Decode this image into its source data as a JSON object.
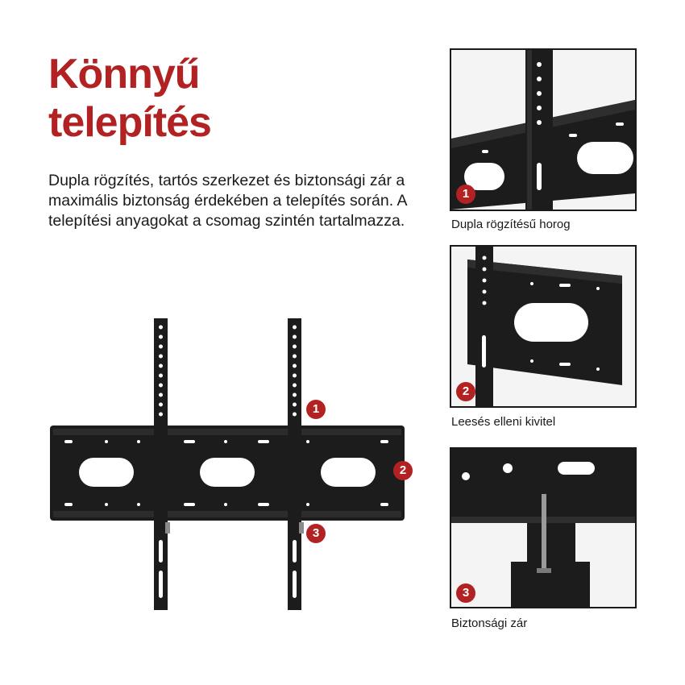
{
  "heading": {
    "line1": "Könnyű",
    "line2": "telepítés"
  },
  "description": "Dupla rögzítés, tartós szerkezet és biztonsági zár a maximális biztonság érdekében a telepítés során. A telepítési anyagokat a csomag szintén tartalmazza.",
  "colors": {
    "accent": "#b22222",
    "metal": "#1c1c1c",
    "text": "#1a1a1a"
  },
  "callouts": [
    {
      "number": "1",
      "caption": "Dupla rögzítésű horog"
    },
    {
      "number": "2",
      "caption": "Leesés elleni kivitel"
    },
    {
      "number": "3",
      "caption": "Biztonsági zár"
    }
  ]
}
